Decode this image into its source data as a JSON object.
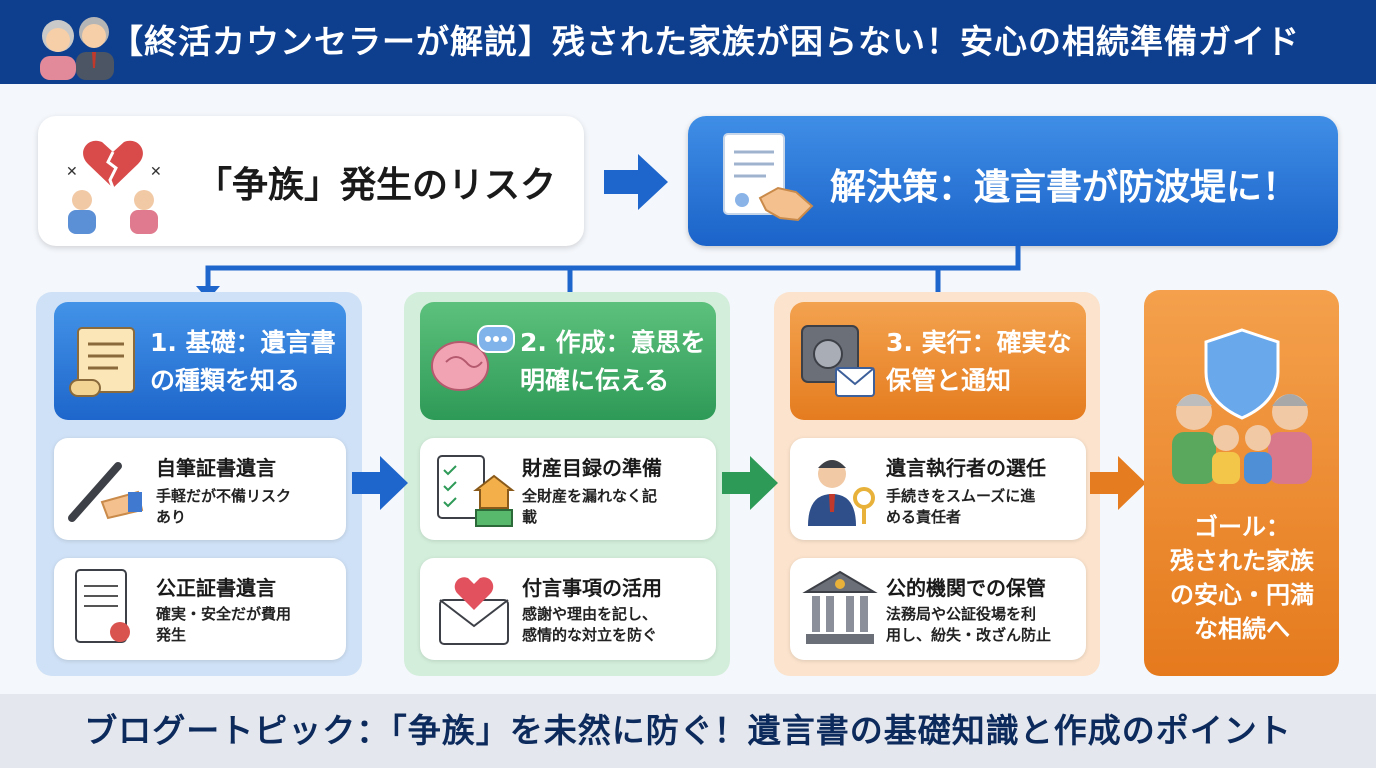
{
  "header": {
    "title": "【終活カウンセラーが解説】残された家族が困らない！安心の相続準備ガイド"
  },
  "risk": {
    "label": "「争族」発生のリスク"
  },
  "solution": {
    "label": "解決策：遺言書が防波堤に！"
  },
  "columns": [
    {
      "heading": "1. 基礎：遺言書\nの種類を知る",
      "items": [
        {
          "title": "自筆証書遺言",
          "desc": "手軽だが不備リスク\nあり",
          "icon": "pen-hand-icon"
        },
        {
          "title": "公正証書遺言",
          "desc": "確実・安全だが費用\n発生",
          "icon": "certificate-icon"
        }
      ],
      "icon": "scroll-icon"
    },
    {
      "heading": "2. 作成：意思を\n明確に伝える",
      "items": [
        {
          "title": "財産目録の準備",
          "desc": "全財産を漏れなく記\n載",
          "icon": "checklist-house-icon"
        },
        {
          "title": "付言事項の活用",
          "desc": "感謝や理由を記し、\n感情的な対立を防ぐ",
          "icon": "heart-envelope-icon"
        }
      ],
      "icon": "brain-speech-icon"
    },
    {
      "heading": "3. 実行：確実な\n保管と通知",
      "items": [
        {
          "title": "遺言執行者の選任",
          "desc": "手続きをスムーズに進\nめる責任者",
          "icon": "executor-key-icon"
        },
        {
          "title": "公的機関での保管",
          "desc": "法務局や公証役場を利\n用し、紛失・改ざん防止",
          "icon": "bank-icon"
        }
      ],
      "icon": "safe-envelope-icon"
    }
  ],
  "goal": {
    "text": "ゴール：\n残された家族\nの安心・円満\nな相続へ",
    "icon": "family-shield-icon"
  },
  "footer": {
    "text": "ブログートピック：「争族」を未然に防ぐ！遺言書の基礎知識と作成のポイント"
  },
  "colors": {
    "header": "#0e3f8f",
    "blue": "#1e66cb",
    "green": "#2e9a57",
    "orange": "#e57c1f",
    "footer_text": "#0d2a5c"
  }
}
